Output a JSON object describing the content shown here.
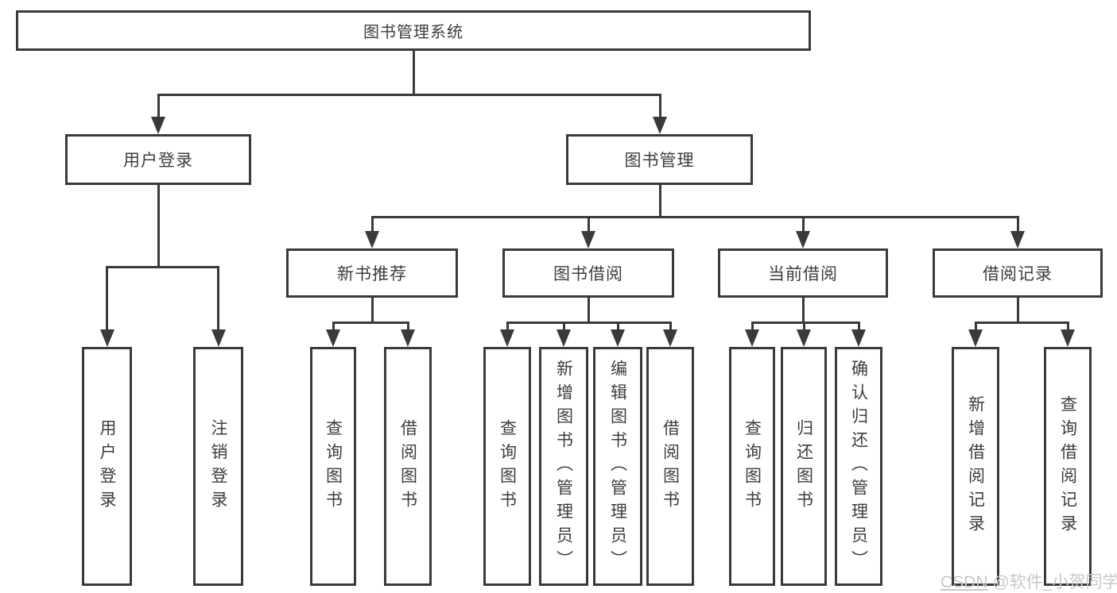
{
  "diagram": {
    "root": {
      "label": "图书管理系统"
    },
    "branches": [
      {
        "label": "用户登录",
        "children": [
          {
            "label": "用户登录"
          },
          {
            "label": "注销登录"
          }
        ]
      },
      {
        "label": "图书管理",
        "children": [
          {
            "label": "新书推荐",
            "children": [
              {
                "label": "查询图书"
              },
              {
                "label": "借阅图书"
              }
            ]
          },
          {
            "label": "图书借阅",
            "children": [
              {
                "label": "查询图书"
              },
              {
                "label": "新增图书（管理员）"
              },
              {
                "label": "编辑图书（管理员）"
              },
              {
                "label": "借阅图书"
              }
            ]
          },
          {
            "label": "当前借阅",
            "children": [
              {
                "label": "查询图书"
              },
              {
                "label": "归还图书"
              },
              {
                "label": "确认归还（管理员）"
              }
            ]
          },
          {
            "label": "借阅记录",
            "children": [
              {
                "label": "新增借阅记录"
              },
              {
                "label": "查询借阅记录"
              }
            ]
          }
        ]
      }
    ]
  },
  "watermark": {
    "brand": "CSDN",
    "handle": "@软件_小贺同学"
  },
  "colors": {
    "line": "#3a3a3a",
    "text": "#3d3d3d",
    "watermark": "#c8c8c8",
    "background": "#ffffff"
  }
}
